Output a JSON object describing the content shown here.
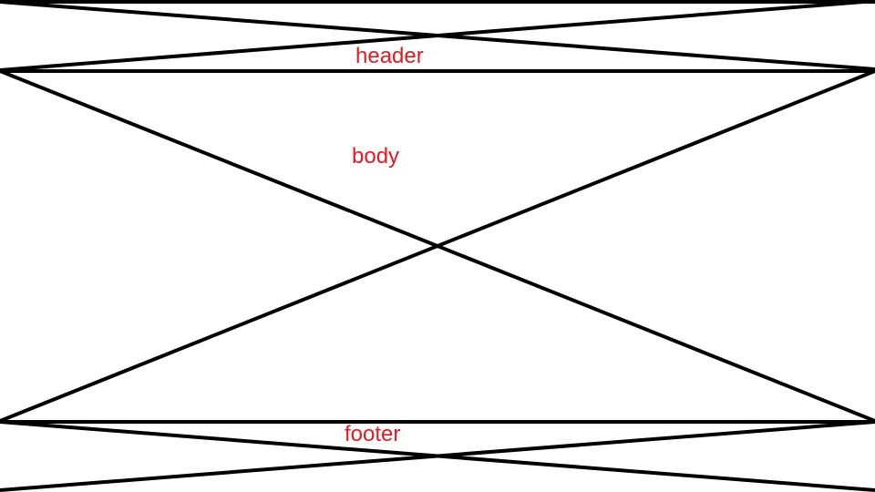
{
  "diagram": {
    "label_color": "#e8191f",
    "line_color": "#000000",
    "sections": [
      {
        "key": "header",
        "label": "header"
      },
      {
        "key": "body",
        "label": "body"
      },
      {
        "key": "footer",
        "label": "footer"
      }
    ]
  }
}
